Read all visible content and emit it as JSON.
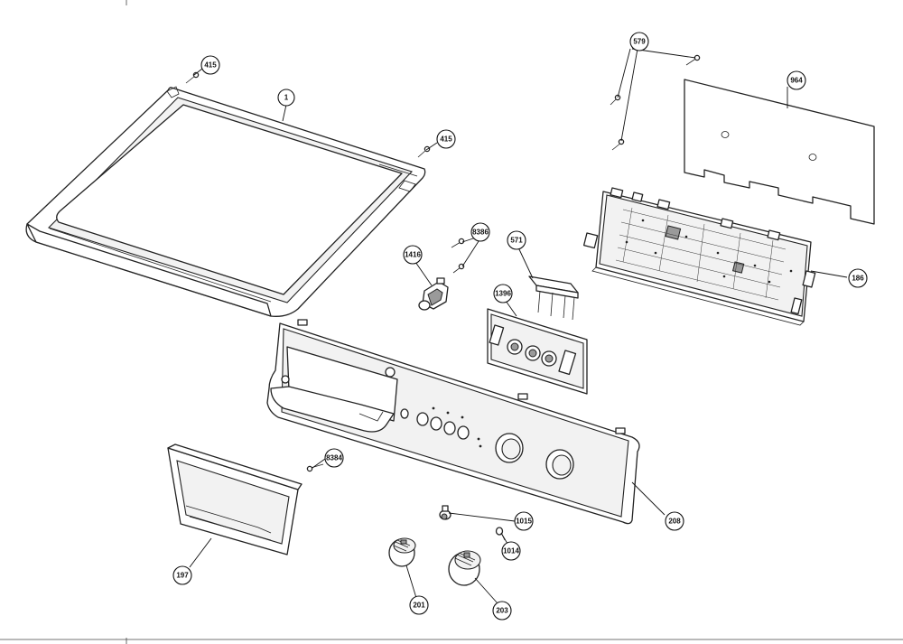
{
  "diagram": {
    "callouts": [
      {
        "id": "1",
        "label": "1"
      },
      {
        "id": "415a",
        "label": "415"
      },
      {
        "id": "415b",
        "label": "415"
      },
      {
        "id": "579",
        "label": "579"
      },
      {
        "id": "964",
        "label": "964"
      },
      {
        "id": "186",
        "label": "186"
      },
      {
        "id": "8386",
        "label": "8386"
      },
      {
        "id": "1416",
        "label": "1416"
      },
      {
        "id": "571",
        "label": "571"
      },
      {
        "id": "1396",
        "label": "1396"
      },
      {
        "id": "8384",
        "label": "8384"
      },
      {
        "id": "197",
        "label": "197"
      },
      {
        "id": "1015",
        "label": "1015"
      },
      {
        "id": "1014",
        "label": "1014"
      },
      {
        "id": "208",
        "label": "208"
      },
      {
        "id": "201",
        "label": "201"
      },
      {
        "id": "203",
        "label": "203"
      }
    ]
  }
}
